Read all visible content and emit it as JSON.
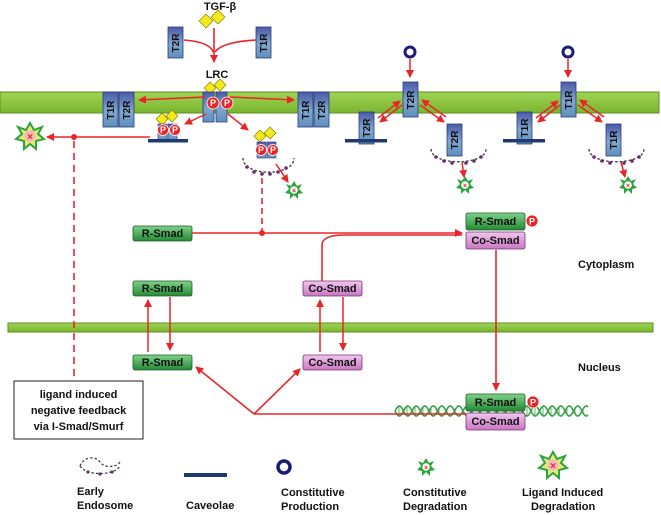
{
  "ligand": {
    "label": "TGF-β"
  },
  "lrc": {
    "label": "LRC"
  },
  "receptors": {
    "t1r": "T1R",
    "t2r": "T2R"
  },
  "phospho": {
    "p": "P"
  },
  "smads": {
    "r_smad": "R-Smad",
    "co_smad": "Co-Smad"
  },
  "compartments": {
    "cytoplasm": "Cytoplasm",
    "nucleus": "Nucleus"
  },
  "feedback": {
    "line1": "ligand induced",
    "line2": "negative feedback",
    "line3": "via I-Smad/Smurf"
  },
  "legend": {
    "early_endosome": [
      "Early",
      "Endosome"
    ],
    "caveolae": [
      "Caveolae"
    ],
    "constitutive_production": [
      "Constitutive",
      "Production"
    ],
    "constitutive_degradation": [
      "Constitutive",
      "Degradation"
    ],
    "ligand_induced_degradation": [
      "Ligand Induced",
      "Degradation"
    ]
  },
  "colors": {
    "membrane": "#8dc63f",
    "arrow": "#e8262a",
    "r_smad": "#2e9a3c",
    "co_smad": "#d58fd0",
    "receptor": "#5a66b0",
    "ligand": "#f2ea1d",
    "phospho": "#e8262a",
    "dna": "#3aa04a",
    "production": "#1b1b7a",
    "caveolae": "#1f3b6e"
  }
}
